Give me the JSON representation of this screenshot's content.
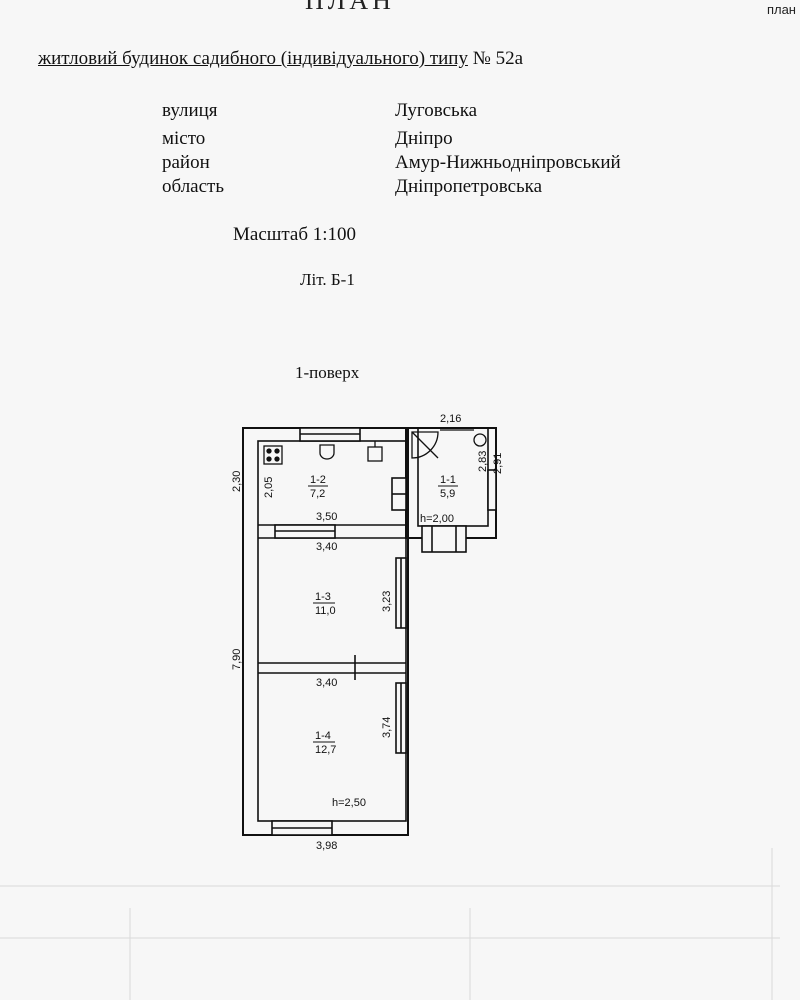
{
  "header": {
    "corner_text": "план",
    "plan_title": "ПЛАН",
    "subtitle_underlined": "житловий будинок садибного (індивідуального) типу",
    "subtitle_number": "№ 52а"
  },
  "address": [
    {
      "label": "вулиця",
      "value": "Луговська"
    },
    {
      "label": "місто",
      "value": "Дніпро"
    },
    {
      "label": "район",
      "value": "Амур-Нижньодніпровський"
    },
    {
      "label": "область",
      "value": "Дніпропетровська"
    }
  ],
  "scale": "Масштаб 1:100",
  "litera": "Літ. Б-1",
  "floor": "1-поверх",
  "rooms": [
    {
      "id": "1-1",
      "area": "5,9"
    },
    {
      "id": "1-2",
      "area": "7,2"
    },
    {
      "id": "1-3",
      "area": "11,0"
    },
    {
      "id": "1-4",
      "area": "12,7"
    }
  ],
  "dimensions": {
    "top_right_width": "2,16",
    "right_inner": "2,83",
    "right_outer": "2,91",
    "left_top_outer": "2,30",
    "left_top_inner": "2,05",
    "room12_bottom": "3,50",
    "room13_top": "3,40",
    "room13_right": "3,23",
    "left_total": "7,90",
    "room14_top": "3,40",
    "room14_right": "3,74",
    "bottom_total": "3,98",
    "height_small": "h=2,00",
    "height_main": "h=2,50"
  },
  "colors": {
    "ink": "#111111",
    "paper": "#f7f7f7"
  }
}
